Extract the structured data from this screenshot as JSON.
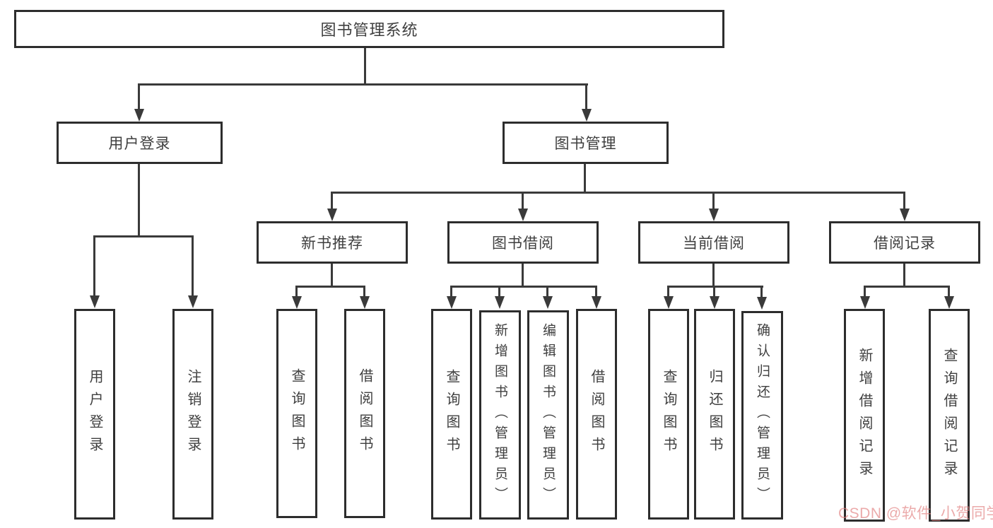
{
  "diagram": {
    "title": "图书管理系统",
    "root_label": "图书管理系统",
    "user_login": {
      "label": "用户登录",
      "children": [
        {
          "label": "用户登录"
        },
        {
          "label": "注销登录"
        }
      ]
    },
    "book_mgmt": {
      "label": "图书管理",
      "children": [
        {
          "label": "新书推荐",
          "children": [
            {
              "label": "查询图书"
            },
            {
              "label": "借阅图书"
            }
          ]
        },
        {
          "label": "图书借阅",
          "children": [
            {
              "label": "查询图书"
            },
            {
              "label": "新增图书（管理员）"
            },
            {
              "label": "编辑图书（管理员）"
            },
            {
              "label": "借阅图书"
            }
          ]
        },
        {
          "label": "当前借阅",
          "children": [
            {
              "label": "查询图书"
            },
            {
              "label": "归还图书"
            },
            {
              "label": "确认归还（管理员）"
            }
          ]
        },
        {
          "label": "借阅记录",
          "children": [
            {
              "label": "新增借阅记录"
            },
            {
              "label": "查询借阅记录"
            }
          ]
        }
      ]
    }
  },
  "watermark": {
    "text": "CSDN @软件_小贺同学",
    "color": "#e17d7d"
  },
  "colors": {
    "line": "#3a3a3a",
    "box_border": "#2d2d2d",
    "text": "#3f3f3f",
    "background": "#ffffff"
  }
}
